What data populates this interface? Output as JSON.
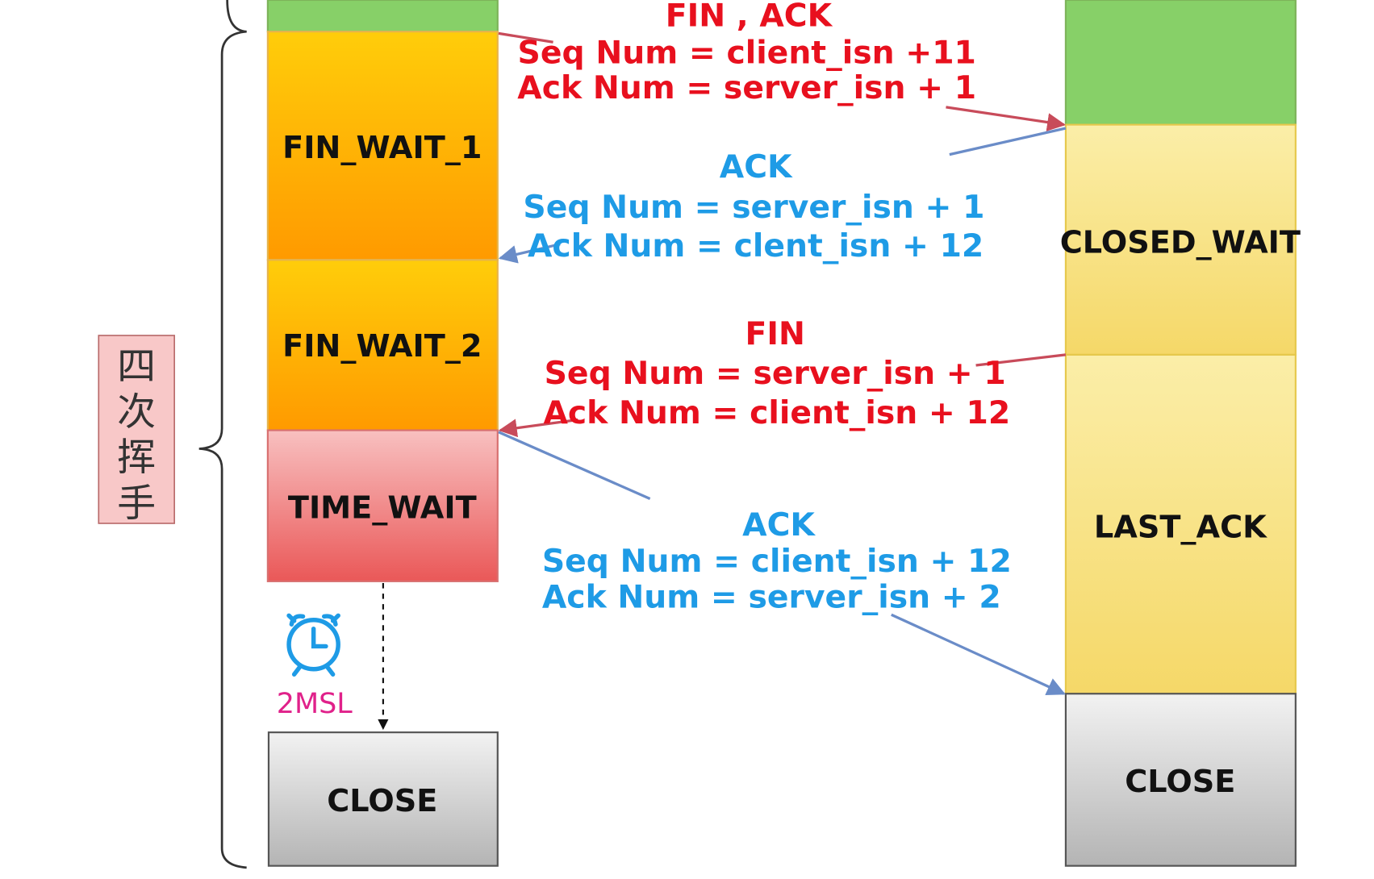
{
  "side_label": [
    "四",
    "次",
    "挥",
    "手"
  ],
  "client_states": {
    "fin_wait_1": "FIN_WAIT_1",
    "fin_wait_2": "FIN_WAIT_2",
    "time_wait": "TIME_WAIT",
    "close": "CLOSE"
  },
  "server_states": {
    "closed_wait": "CLOSED_WAIT",
    "last_ack": "LAST_ACK",
    "close": "CLOSE"
  },
  "timer": {
    "label": "2MSL",
    "icon": "alarm-clock-icon"
  },
  "messages": {
    "fin_ack": {
      "title": "FIN , ACK",
      "seq": "Seq Num = client_isn +11",
      "ack": "Ack Num = server_isn + 1"
    },
    "ack1": {
      "title": "ACK",
      "seq": "Seq Num = server_isn + 1",
      "ack": "Ack Num = clent_isn + 12"
    },
    "fin": {
      "title": "FIN",
      "seq": "Seq Num = server_isn + 1",
      "ack": "Ack Num = client_isn + 12"
    },
    "ack2": {
      "title": "ACK",
      "seq": "Seq Num = client_isn + 12",
      "ack": "Ack Num = server_isn + 2"
    }
  },
  "colors": {
    "green": "#87d068",
    "orange": "#ffb300",
    "yellow": "#f7e08a",
    "red_state": "#f08080",
    "grey": "#d0d0d0",
    "msg_red": "#e8101e",
    "msg_blue": "#1e9be6",
    "arrow_red": "#c84b5a",
    "arrow_blue": "#6a8cc8",
    "label_pink": "#f8c8c8"
  }
}
